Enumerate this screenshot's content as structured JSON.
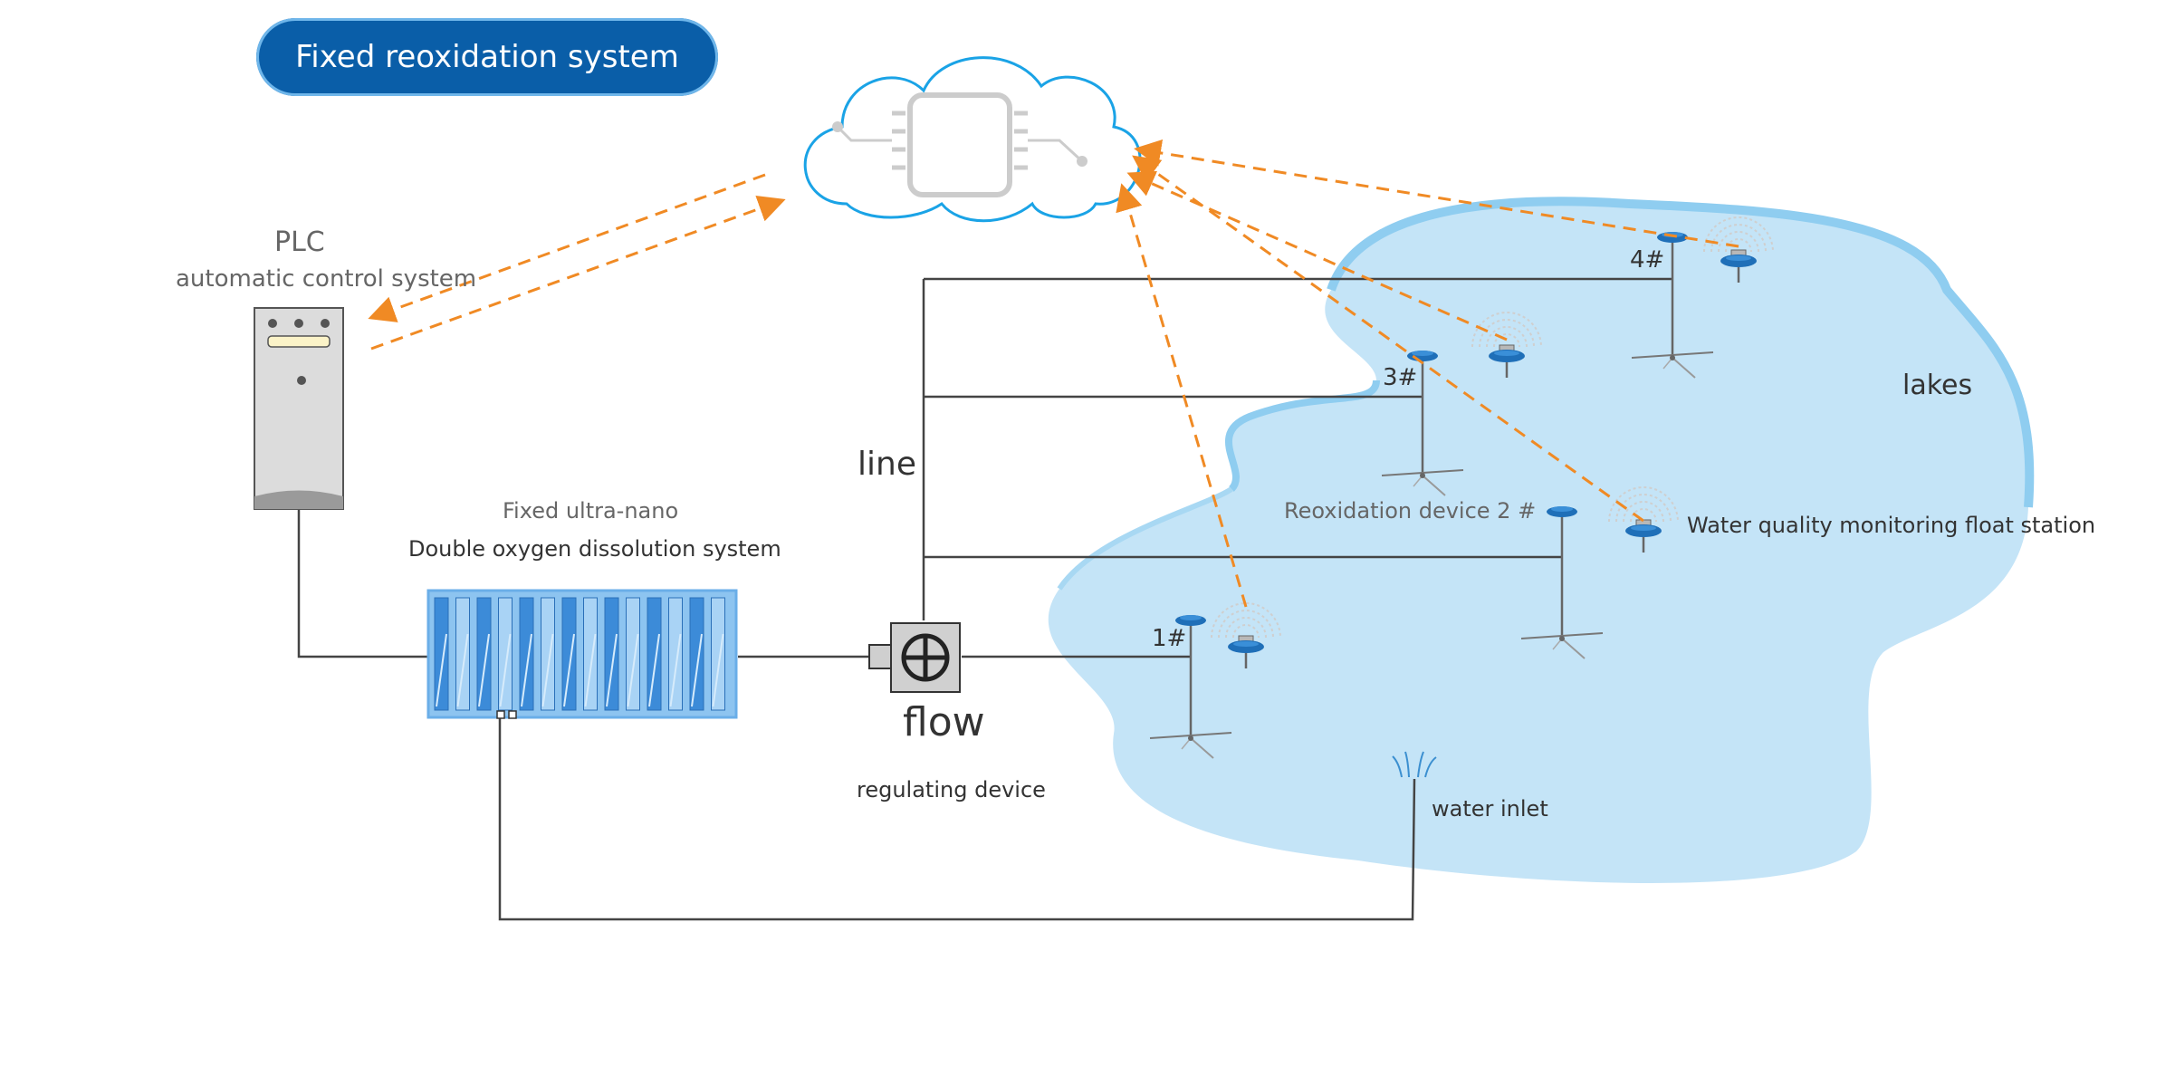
{
  "header": {
    "title": "Fixed reoxidation system"
  },
  "plc": {
    "line1": "PLC",
    "line2": "automatic control system"
  },
  "dissolution": {
    "line1": "Fixed ultra-nano",
    "line2": "Double oxygen dissolution system"
  },
  "flow_device": {
    "line1": "flow",
    "line2": "regulating device"
  },
  "labels": {
    "line": "line",
    "lakes": "lakes",
    "water_inlet": "water inlet",
    "reoxidation_device": "Reoxidation device 2 #",
    "monitoring_station": "Water quality monitoring float station",
    "device_1": "1#",
    "device_3": "3#",
    "device_4": "4#"
  },
  "colors": {
    "title_bg": "#0a5ea8",
    "arrow": "#f08a24",
    "lake_fill": "#c4e4f7",
    "lake_edge": "#8fcdf0",
    "cloud_stroke": "#1aa3e6",
    "container_blue": "#4a9ae0",
    "wire": "#444444"
  }
}
